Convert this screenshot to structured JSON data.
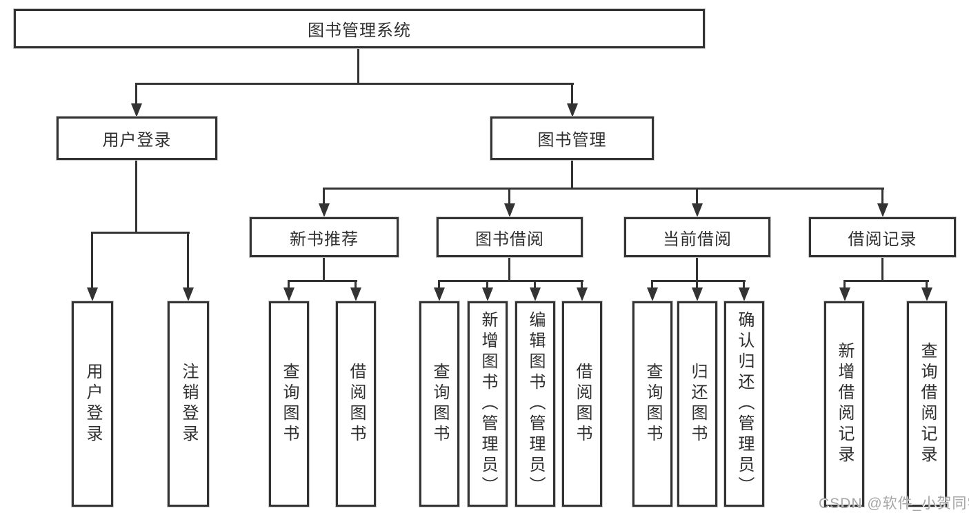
{
  "diagram": {
    "tree": {
      "label": "图书管理系统",
      "children": [
        {
          "label": "用户登录",
          "children": [
            {
              "label": "用户登录"
            },
            {
              "label": "注销登录"
            }
          ]
        },
        {
          "label": "图书管理",
          "children": [
            {
              "label": "新书推荐",
              "children": [
                {
                  "label": "查询图书"
                },
                {
                  "label": "借阅图书"
                }
              ]
            },
            {
              "label": "图书借阅",
              "children": [
                {
                  "label": "查询图书"
                },
                {
                  "label": "新增图书（管理员）"
                },
                {
                  "label": "编辑图书（管理员）"
                },
                {
                  "label": "借阅图书"
                }
              ]
            },
            {
              "label": "当前借阅",
              "children": [
                {
                  "label": "查询图书"
                },
                {
                  "label": "归还图书"
                },
                {
                  "label": "确认归还（管理员）"
                }
              ]
            },
            {
              "label": "借阅记录",
              "children": [
                {
                  "label": "新增借阅记录"
                },
                {
                  "label": "查询借阅记录"
                }
              ]
            }
          ]
        }
      ]
    }
  },
  "watermark": {
    "text": "CSDN @软件_小贺同学"
  },
  "colors": {
    "line": "#333333",
    "box_border": "#333333",
    "box_fill": "#ffffff",
    "text": "#2f2f2f",
    "watermark": "#a6a6a6",
    "background": "#ffffff"
  }
}
